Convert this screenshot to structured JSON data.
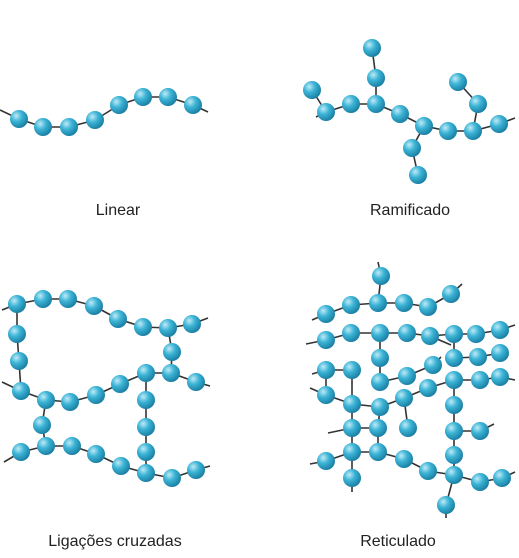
{
  "labels": {
    "linear": "Linear",
    "branched": "Ramificado",
    "crosslinked": "Ligações cruzadas",
    "network": "Reticulado"
  },
  "colors": {
    "bead": "#3cb4d6",
    "bead_highlight": "#bfeaf6",
    "bead_edge": "#1a7fa3",
    "bond": "#333333",
    "text": "#222222"
  },
  "diagram": {
    "panels": [
      "linear",
      "branched",
      "crosslinked",
      "network"
    ],
    "bead_shape": "sphere",
    "bond_style": "thin-dark-line"
  }
}
